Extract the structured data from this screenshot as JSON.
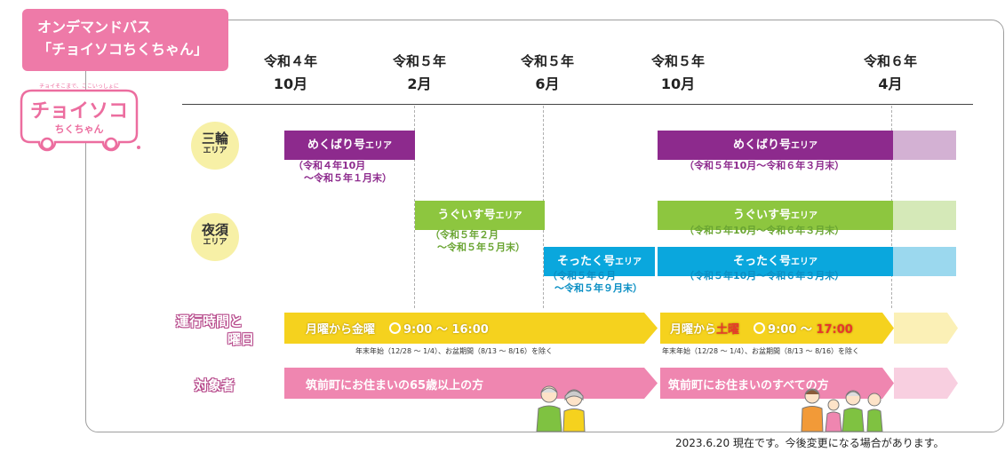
{
  "title": {
    "line1": "オンデマンドバス",
    "line2": "「チョイソコちくちゃん」"
  },
  "logo": {
    "tagline": "チョイそこまで、ここいっしょに",
    "main": "チョイソコ",
    "sub": "ちくちゃん"
  },
  "timeline_headers": [
    {
      "era": "令和４年",
      "month": "10月"
    },
    {
      "era": "令和５年",
      "month": "2月"
    },
    {
      "era": "令和５年",
      "month": "6月"
    },
    {
      "era": "令和５年",
      "month": "10月"
    },
    {
      "era": "令和６年",
      "month": "4月"
    }
  ],
  "areas": {
    "sanwa": {
      "big": "三輪",
      "small": "エリア"
    },
    "yasu": {
      "big": "夜須",
      "small": "エリア"
    }
  },
  "bars": {
    "meguri1": {
      "name": "めくばり号",
      "suffix": "エリア",
      "note1": "（令和４年10月",
      "note2": "～令和５年１月末）"
    },
    "meguri2": {
      "name": "めくばり号",
      "suffix": "エリア",
      "note": "（令和５年10月～令和６年３月末）"
    },
    "uguisu1": {
      "name": "うぐいす号",
      "suffix": "エリア",
      "note1": "（令和５年２月",
      "note2": "～令和５年５月末）"
    },
    "uguisu2": {
      "name": "うぐいす号",
      "suffix": "エリア",
      "note": "（令和５年10月～令和６年３月末）"
    },
    "sottaku1": {
      "name": "そったく号",
      "suffix": "エリア",
      "note1": "（令和５年６月",
      "note2": "～令和５年９月末）"
    },
    "sottaku2": {
      "name": "そったく号",
      "suffix": "エリア",
      "note": "（令和５年10月～令和６年３月末）"
    }
  },
  "hours": {
    "label1": "運行時間と",
    "label2": "曜日",
    "first": {
      "days": "月曜から金曜",
      "time": "9:00 ～ 16:00"
    },
    "second": {
      "days_a": "月曜から",
      "days_b": "土曜",
      "time_a": "9:00 ～ ",
      "time_b": "17:00"
    },
    "exclusion": "年末年始（12/28 ～ 1/4）、お盆期間（8/13 ～ 8/16）を除く"
  },
  "target": {
    "label": "対象者",
    "first": "筑前町にお住まいの65歳以上の方",
    "second": "筑前町にお住まいのすべての方"
  },
  "footer": "2023.6.20 現在です。今後変更になる場合があります。",
  "colors": {
    "pink": "#ee7aa8",
    "purple": "#8d2a8d",
    "green": "#8dc63f",
    "cyan": "#0aa7dd",
    "yellow": "#f5d21e"
  }
}
